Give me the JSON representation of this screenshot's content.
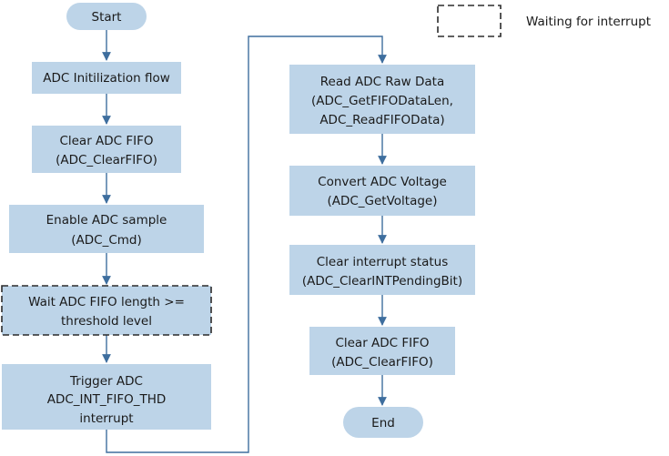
{
  "legend": {
    "label": "Waiting for interrupt"
  },
  "left_flow": {
    "start": "Start",
    "init": "ADC Initilization flow",
    "clear_fifo": [
      "Clear ADC FIFO",
      "(ADC_ClearFIFO)"
    ],
    "enable_sample": [
      "Enable ADC sample",
      "(ADC_Cmd)"
    ],
    "wait_fifo": [
      "Wait ADC FIFO length >=",
      "threshold level"
    ],
    "trigger": [
      "Trigger ADC",
      "ADC_INT_FIFO_THD",
      "interrupt"
    ]
  },
  "right_flow": {
    "read_raw": [
      "Read ADC Raw Data",
      "(ADC_GetFIFODataLen,",
      "ADC_ReadFIFOData)"
    ],
    "convert": [
      "Convert ADC Voltage",
      "(ADC_GetVoltage)"
    ],
    "clear_int": [
      "Clear interrupt status",
      "(ADC_ClearINTPendingBit)"
    ],
    "clear_fifo": [
      "Clear ADC FIFO",
      "(ADC_ClearFIFO)"
    ],
    "end": "End"
  },
  "colors": {
    "box_fill": "#BDD4E8",
    "line": "#3E6E9E",
    "dashed_border": "#2b2b2b"
  }
}
